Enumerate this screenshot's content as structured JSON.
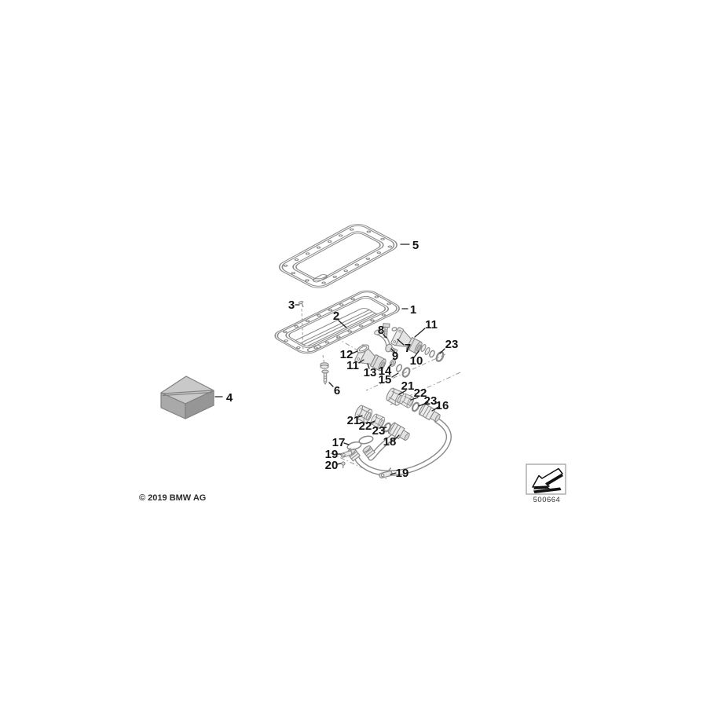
{
  "meta": {
    "copyright": "© 2019 BMW AG",
    "diagram_code": "500664"
  },
  "icons": {
    "corner_icon": "page-turn-arrow-icon"
  },
  "colors": {
    "background": "#ffffff",
    "line_art": "#8a8a8a",
    "label_text": "#141414",
    "leader_line": "#222222",
    "metal_fill": "#ebebeb",
    "box_top": "#c9c9c9",
    "box_front": "#a9a9a9",
    "box_side": "#969696"
  },
  "callouts": [
    "5",
    "1",
    "2",
    "3",
    "4",
    "6",
    "8",
    "11",
    "23",
    "7",
    "9",
    "10",
    "12",
    "11",
    "13",
    "14",
    "15",
    "21",
    "22",
    "23",
    "16",
    "21",
    "22",
    "23",
    "18",
    "17",
    "19",
    "20",
    "19"
  ]
}
